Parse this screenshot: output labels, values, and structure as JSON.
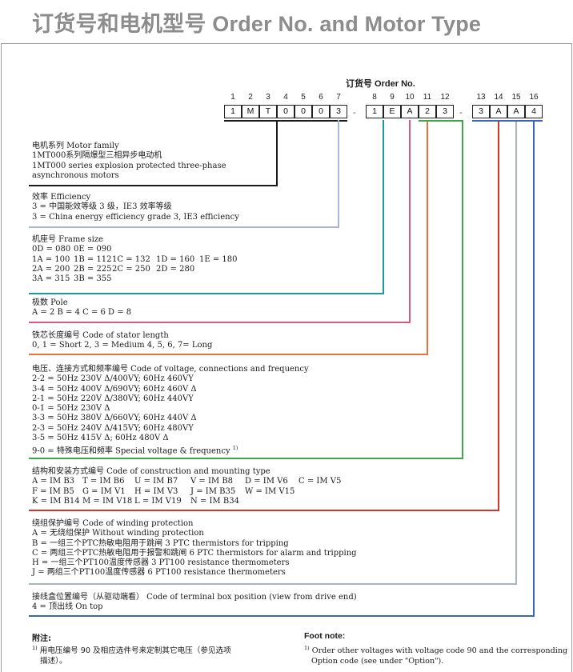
{
  "title": "订货号和电机型号 Order No. and Motor Type",
  "order": {
    "label": "订货号 Order No.",
    "positions": [
      "1",
      "2",
      "3",
      "4",
      "5",
      "6",
      "7",
      "8",
      "9",
      "10",
      "11",
      "12",
      "13",
      "14",
      "15",
      "16"
    ],
    "cells": [
      "1",
      "M",
      "T",
      "0",
      "0",
      "0",
      "3",
      "1",
      "E",
      "A",
      "2",
      "3",
      "3",
      "A",
      "A",
      "4"
    ],
    "separator": "-"
  },
  "colors": {
    "motor_family": "#1a1a1a",
    "efficiency": "#a8b4d8",
    "frame_size": "#1a9a9a",
    "pole": "#d65a82",
    "stator_length": "#e8743c",
    "voltage": "#3ba84a",
    "construction": "#d8352a",
    "winding": "#a8b4bc",
    "terminal_box": "#3a66b8",
    "title": "#8c8c8c"
  },
  "sections": {
    "motor_family": [
      "电机系列  Motor family",
      "1MT000系列隔爆型三相异步电动机",
      "1MT000 series explosion protected three-phase",
      "asynchronous motors"
    ],
    "efficiency": [
      "效率  Efficiency",
      "3 = 中国能效等级 3 级，IE3 效率等级",
      "3 = China energy efficiency grade 3, IE3 efficiency"
    ],
    "frame_size": {
      "title": "机座号  Frame size",
      "rows": [
        [
          "0D = 080",
          "0E = 090"
        ],
        [
          "1A = 100",
          "1B = 112",
          "1C = 132",
          "1D = 160",
          "1E = 180"
        ],
        [
          "2A = 200",
          "2B = 225",
          "2C = 250",
          "2D = 280"
        ],
        [
          "3A = 315",
          "3B = 355"
        ]
      ]
    },
    "pole": [
      "极数  Pole",
      "A = 2   B = 4   C = 6   D = 8"
    ],
    "stator_length": [
      "铁芯长度编号  Code of stator length",
      "0, 1 = Short   2, 3 = Medium   4, 5, 6, 7= Long"
    ],
    "voltage": {
      "title": "电压、连接方式和频率编号  Code of voltage, connections and frequency",
      "lines": [
        "2-2 = 50Hz 230V Δ/400VY; 60Hz 460VY",
        "3-4 = 50Hz 400V Δ/690VY; 60Hz 460V Δ",
        "2-1 = 50Hz 220V Δ/380VY; 60Hz 440VY",
        "0-1 = 50Hz 230V Δ",
        "3-3 = 50Hz 380V Δ/660VY; 60Hz 440V Δ",
        "2-3 = 50Hz 240V Δ/415VY; 60Hz 480VY",
        "3-5 = 50Hz 415V Δ; 60Hz 480V Δ"
      ],
      "special": "9-0 = 特殊电压和频率  Special voltage & frequency",
      "special_mark": "1)"
    },
    "construction": {
      "title": "结构和安装方式编号  Code of construction and mounting type",
      "rows": [
        [
          "A = IM B3",
          "T = IM B6",
          "U = IM B7",
          "V = IM B8",
          "D = IM V6",
          "C = IM V5"
        ],
        [
          "F = IM B5",
          "G = IM V1",
          "H = IM V3",
          "J = IM B35",
          "W = IM V15"
        ],
        [
          "K = IM B14",
          "M = IM V18",
          "L = IM V19",
          "N = IM B34"
        ]
      ]
    },
    "winding": [
      "绕组保护编号  Code of winding protection",
      "A = 无绕组保护  Without winding protection",
      "B = 一组三个PTC热敏电阻用于跳闸  3 PTC thermistors for tripping",
      "C = 两组三个PTC热敏电阻用于报警和跳闸  6 PTC thermistors for alarm and tripping",
      "H = 一组三个PT100温度传感器  3 PT100 resistance thermometers",
      "J = 两组三个PT100温度传感器  6 PT100 resistance thermometers"
    ],
    "terminal_box": [
      "接线盒位置编号（从驱动端看）  Code of terminal box position (view from drive end)",
      "4 = 顶出线 On top"
    ]
  },
  "notes": {
    "cn_heading": "附注:",
    "cn_mark": "1)",
    "cn_line1": "用电压编号 90 及相应选件号来定制其它电压（参见选项",
    "cn_line2": "描述）。",
    "en_heading": "Foot note:",
    "en_mark": "1)",
    "en_line1": "Order other voltages with voltage code 90 and the  corresponding",
    "en_line2": "Option code (see under \"Option\")."
  }
}
